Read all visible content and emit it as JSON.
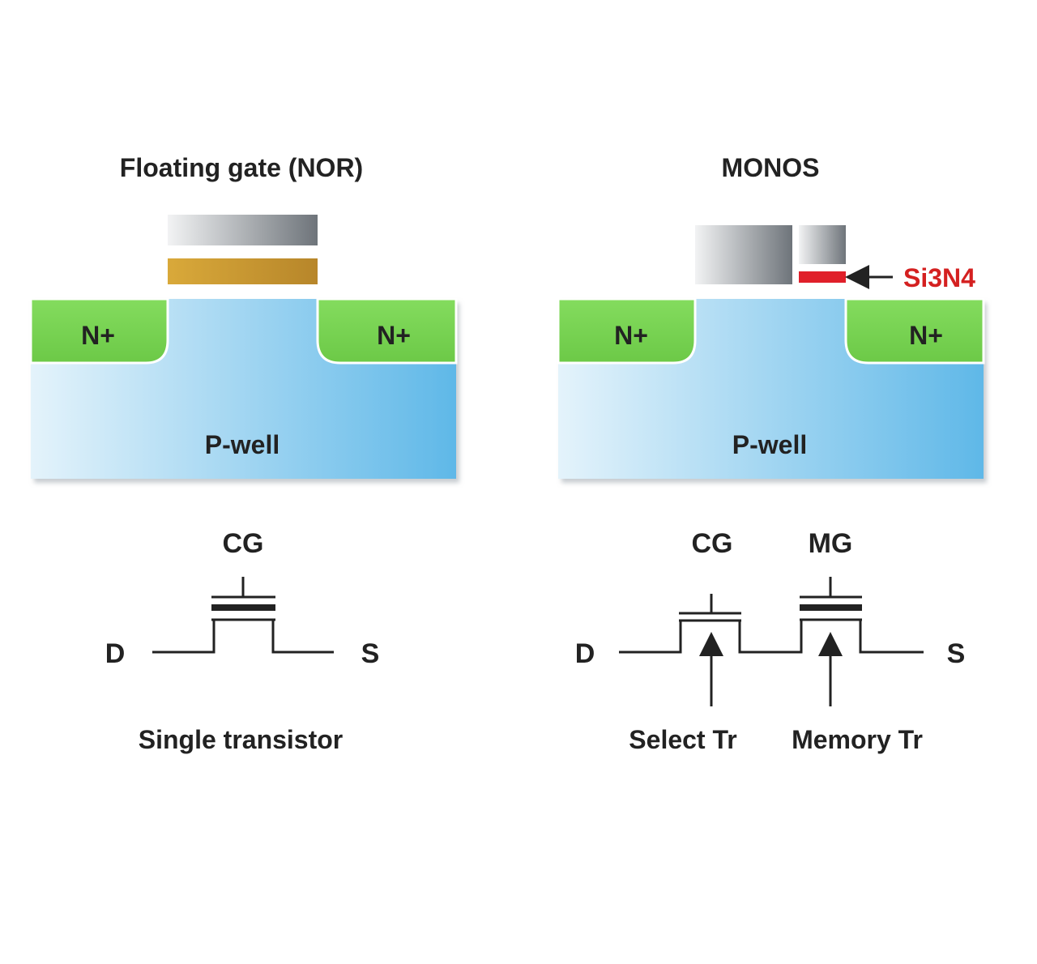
{
  "left": {
    "title": "Floating gate (NOR)",
    "region_left": "N+",
    "region_right": "N+",
    "substrate": "P-well",
    "gate_label": "CG",
    "drain": "D",
    "source": "S",
    "caption": "Single transistor"
  },
  "right": {
    "title": "MONOS",
    "nitride_label": "Si3N4",
    "region_left": "N+",
    "region_right": "N+",
    "substrate": "P-well",
    "gate_label_1": "CG",
    "gate_label_2": "MG",
    "drain": "D",
    "source": "S",
    "caption_1": "Select Tr",
    "caption_2": "Memory Tr"
  },
  "colors": {
    "n_plus": "#7ed957",
    "p_well_light": "#e4f3fb",
    "p_well_dark": "#5fb8e8",
    "floating_gate": "#c9962a",
    "control_gate": "#7c8288",
    "nitride": "#e0202a",
    "nitride_label": "#d42020",
    "text": "#222222"
  }
}
